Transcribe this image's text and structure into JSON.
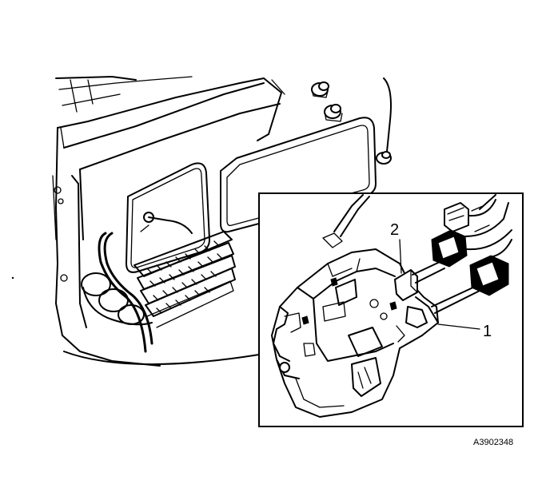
{
  "figure": {
    "code": "A3902348",
    "callouts": [
      {
        "id": "1",
        "label": "1"
      },
      {
        "id": "2",
        "label": "2"
      }
    ]
  },
  "colors": {
    "line": "#000000",
    "background": "#ffffff"
  }
}
